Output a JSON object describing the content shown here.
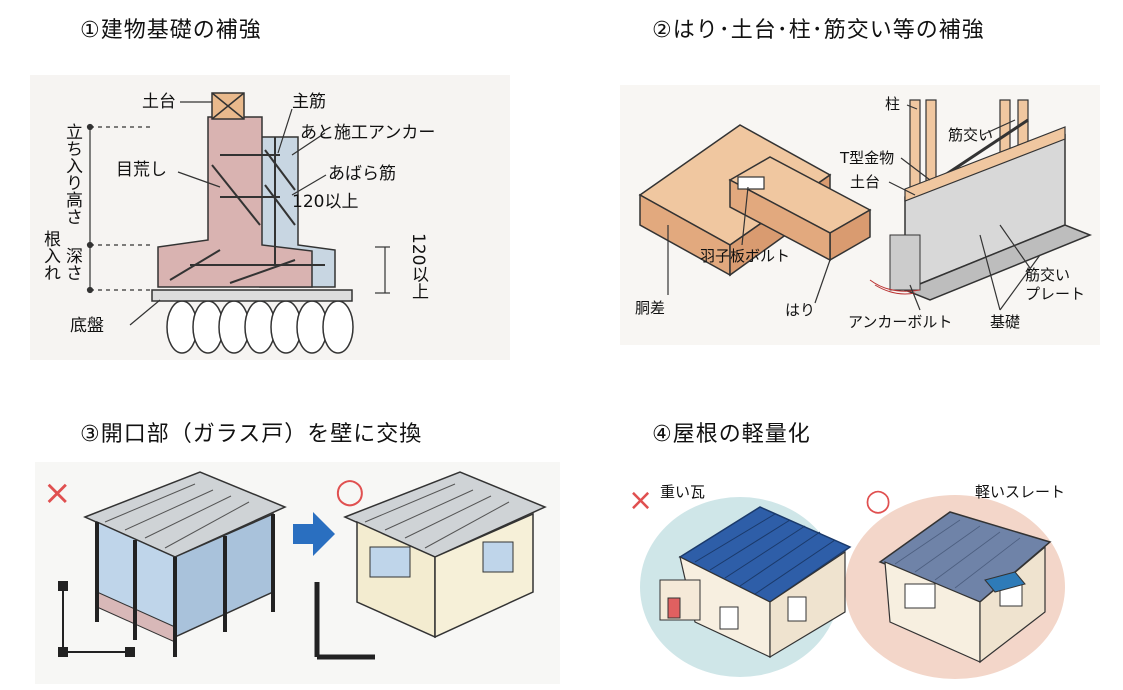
{
  "panels": [
    {
      "title": "①建物基礎の補強",
      "labels": {
        "dodai": "土台",
        "shukin": "主筋",
        "anchor": "あと施工アンカー",
        "mearashi": "目荒し",
        "abarakin": "あばら筋",
        "min120a": "120以上",
        "tachiagari": "立ち入り高さ",
        "neire": "根入れ",
        "fukasa": "深さ",
        "min120b": "120以上",
        "teiban": "底盤"
      }
    },
    {
      "title": "②はり･土台･柱･筋交い等の補強",
      "labels": {
        "hashira": "柱",
        "sujikai": "筋交い",
        "tgata": "T型金物",
        "dodai": "土台",
        "hagoita": "羽子板ボルト",
        "dousa": "胴差",
        "hari": "はり",
        "sujikai_plate_1": "筋交い",
        "sujikai_plate_2": "プレート",
        "anchor_bolt": "アンカーボルト",
        "kiso": "基礎"
      }
    },
    {
      "title": "③開口部（ガラス戸）を壁に交換",
      "marks": {
        "bad": "×",
        "good": "○"
      }
    },
    {
      "title": "④屋根の軽量化",
      "marks": {
        "bad": "×",
        "good": "○"
      },
      "labels": {
        "heavy": "重い瓦",
        "light": "軽いスレート"
      }
    }
  ],
  "colors": {
    "wood": "#e9b98c",
    "concrete_pink": "#d9b3b1",
    "slab_blue": "#c8d6e2",
    "roof_blue": "#2e5ea8",
    "mark_red": "#e05050",
    "arrow_blue": "#2a6fc0"
  }
}
